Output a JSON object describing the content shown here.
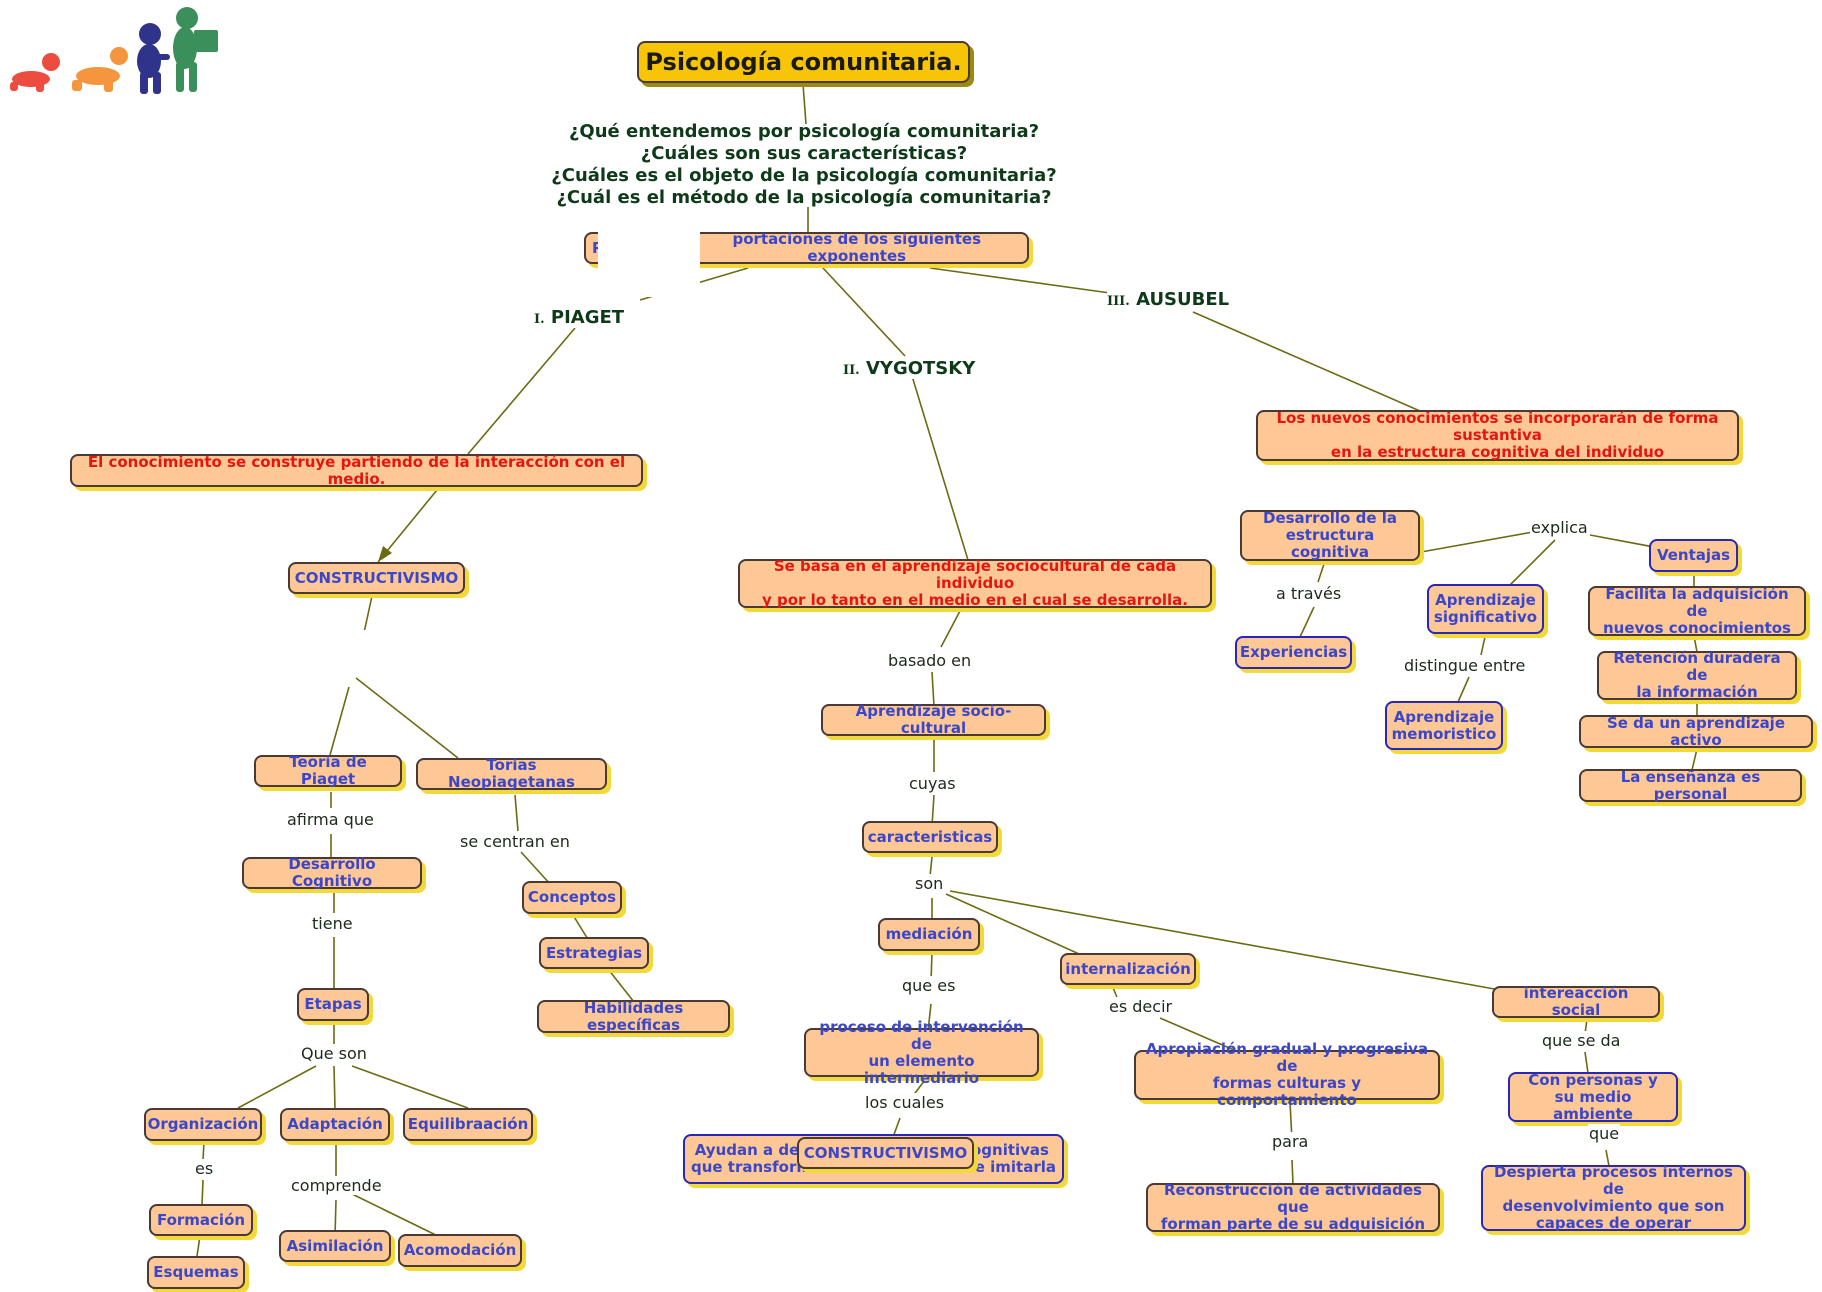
{
  "colors": {
    "node_fill": "#fdc896",
    "node_text": "#3b46c8",
    "highlight_text": "#e4160f",
    "title_fill": "#f8c506",
    "link": "#6b6b14",
    "shadow": "#f3d83a"
  },
  "logo": {
    "icon": "children-growth-icon",
    "figure_colors": [
      "#ec4d3f",
      "#f5963f",
      "#2f338a",
      "#3b8f5a"
    ]
  },
  "title": "Psicología comunitaria.",
  "questions": [
    "¿Qué entendemos por psicología comunitaria?",
    "¿Cuáles son sus características?",
    "¿Cuáles es el objeto de la psicología comunitaria?",
    "¿Cuál es el método de la psicología comunitaria?"
  ],
  "exponents": {
    "prefix": "P",
    "rest": "portaciones de los siguientes exponentes"
  },
  "headers": {
    "piaget": {
      "roman": "I.",
      "name": "PIAGET"
    },
    "vygotsky": {
      "roman": "II.",
      "name": "VYGOTSKY"
    },
    "ausubel": {
      "roman": "III.",
      "name": "AUSUBEL"
    }
  },
  "piaget": {
    "main": "El conocimiento se construye partiendo de la interacción con el medio.",
    "constructivismo": "CONSTRUCTIVISMO",
    "teoria": "Teoria de Piaget",
    "neo": "Torias Neopiagetanas",
    "afirma": "afirma que",
    "centran": "se centran en",
    "desarrollo": "Desarrollo Cognitivo",
    "tiene": "tiene",
    "etapas": "Etapas",
    "que_son": "Que son",
    "organizacion": "Organización",
    "adaptacion": "Adaptación",
    "equilibracion": "Equilibraación",
    "es": "es",
    "formacion": "Formación",
    "esquemas": "Esquemas",
    "comprende": "comprende",
    "asimilacion": "Asimilación",
    "acomodacion": "Acomodación",
    "conceptos": "Conceptos",
    "estrategias": "Estrategias",
    "habilidades": "Habilidades específicas"
  },
  "vygotsky": {
    "main": "Se basa en el aprendizaje sociocultural de cada individuo\ny por lo tanto en el medio en el cual se desarrolla.",
    "basado": "basado en",
    "socio": "Aprendizaje socio-cultural",
    "cuyas": "cuyas",
    "caracteristicas": "caracteristicas",
    "son": "son",
    "mediacion": "mediación",
    "que_es": "que es",
    "proceso": "proceso de intervención de\nun elemento intermediario",
    "los_cuales": "los cuales",
    "ayudan_left": "Ayudan a des\nque transform",
    "ayudan_right": "ognitivas\nde imitarla",
    "constructivismo2": "CONSTRUCTIVISMO",
    "internalizacion": "internalización",
    "es_decir": "es decir",
    "apropiacion": "Apropiación gradual y progresiva de\nformas culturas y comportamiento",
    "para": "para",
    "reconstruccion": "Reconstrucción de actividades que\nforman parte de su adquisición",
    "interaccion": "intereacción social",
    "que_se_da": "que se da",
    "personas": "Con personas y\nsu medio ambiente",
    "que": "que",
    "despierta": "Despierta procesos internos de\ndesenvolvimiento que son\ncapaces de operar"
  },
  "ausubel": {
    "main": "Los nuevos conocimientos se incorporarán de forma sustantiva\nen la estructura cognitiva del individuo",
    "desarrollo": "Desarrollo de la\nestructura cognitiva",
    "explica": "explica",
    "a_traves": "a través",
    "experiencias": "Experiencias",
    "significativo": "Aprendizaje\nsignificativo",
    "distingue": "distingue entre",
    "memoristico": "Aprendizaje\nmemoristico",
    "ventajas": "Ventajas",
    "v1": "Facilita la adquisición de\nnuevos conocimientos",
    "v2": "Retención duradera de\nla información",
    "v3": "Se da un aprendizaje activo",
    "v4": "La enseñanza es personal"
  }
}
